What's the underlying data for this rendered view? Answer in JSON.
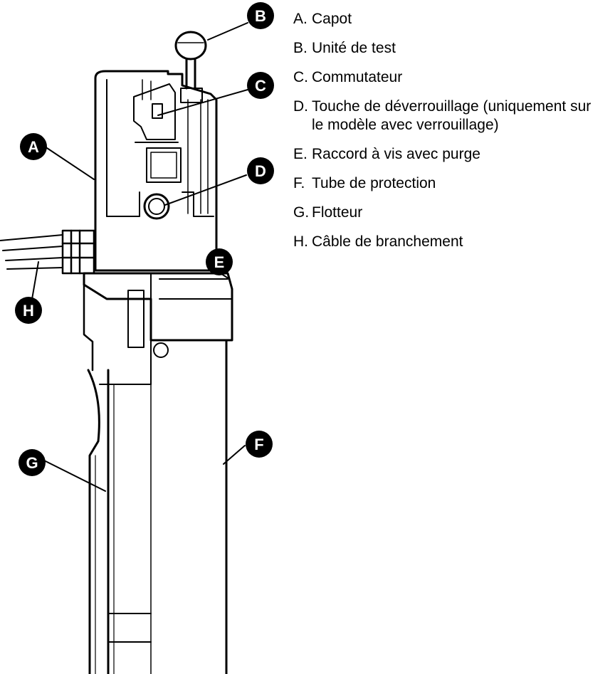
{
  "legend": [
    {
      "key": "A.",
      "text": "Capot"
    },
    {
      "key": "B.",
      "text": "Unité de test"
    },
    {
      "key": "C.",
      "text": "Commutateur"
    },
    {
      "key": "D.",
      "text": "Touche de déverrouillage (uniquement sur le modèle avec verrouillage)"
    },
    {
      "key": "E.",
      "text": "Raccord à vis avec purge"
    },
    {
      "key": "F.",
      "text": "Tube de protection"
    },
    {
      "key": "G.",
      "text": "Flotteur"
    },
    {
      "key": "H.",
      "text": "Câble de branchement"
    }
  ],
  "callouts": {
    "a": "A",
    "b": "B",
    "c": "C",
    "d": "D",
    "e": "E",
    "f": "F",
    "g": "G",
    "h": "H"
  }
}
